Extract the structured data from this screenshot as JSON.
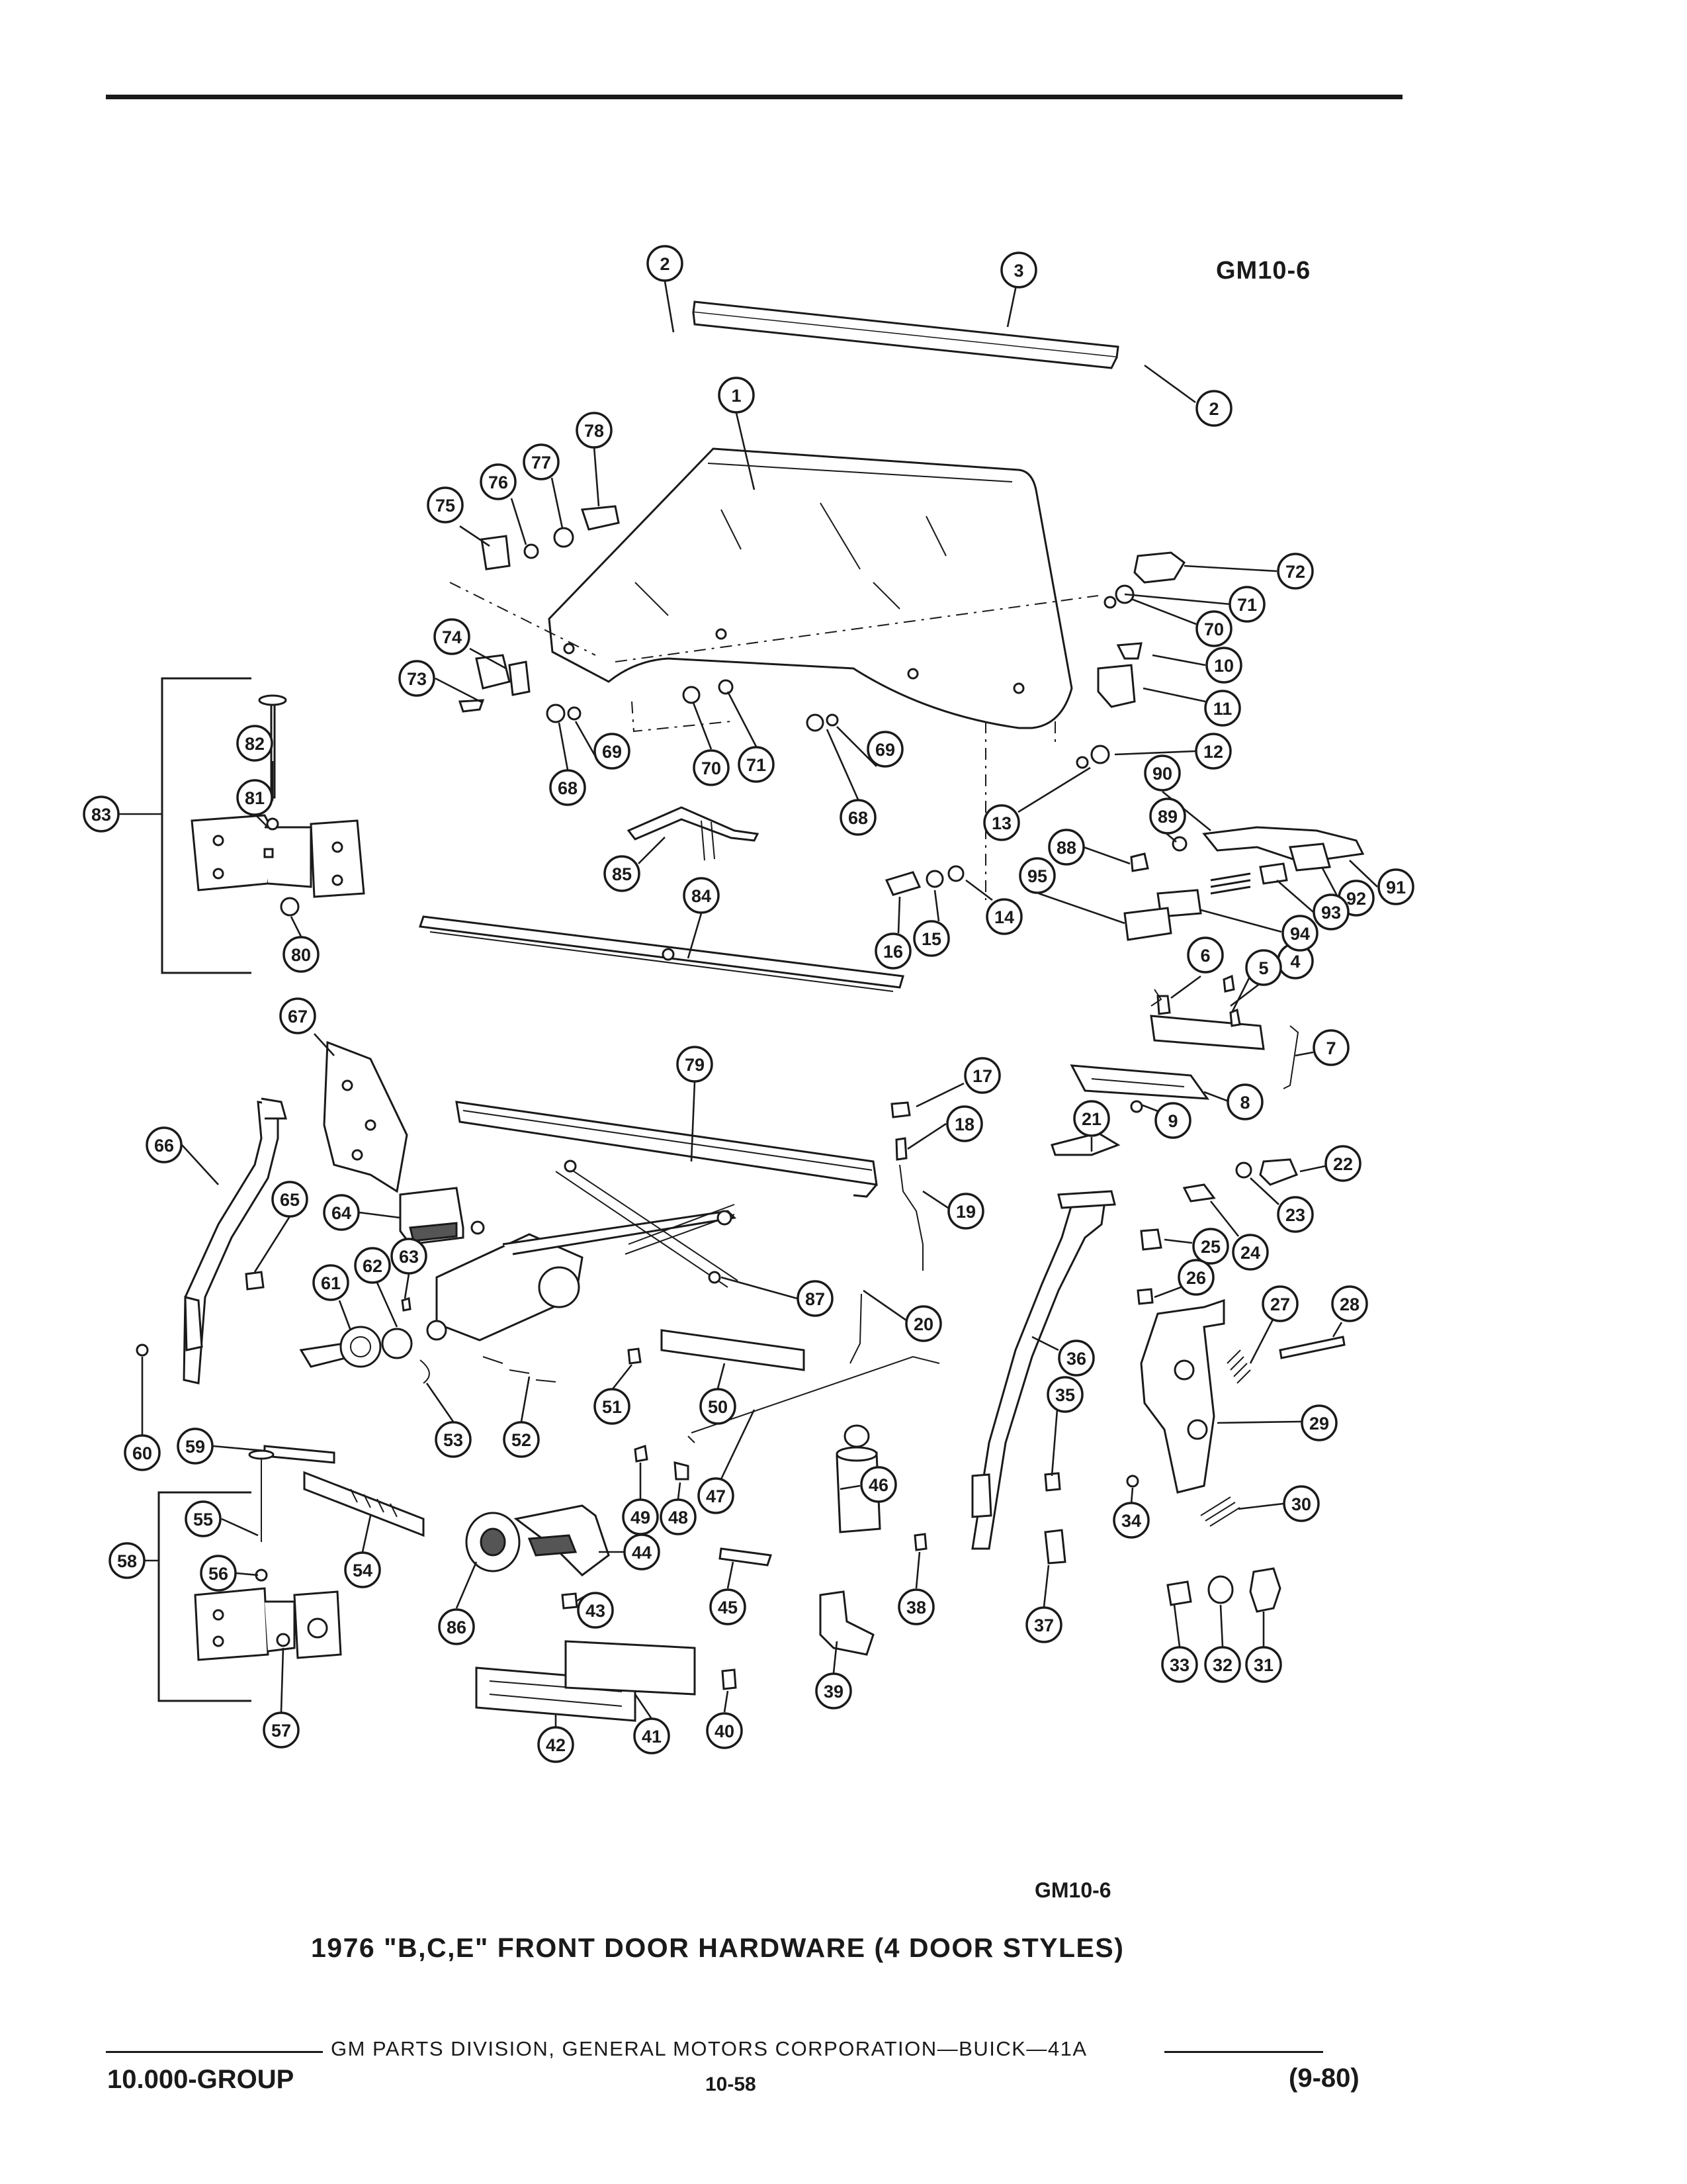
{
  "figure_ref_top": "GM10-6",
  "figure_ref_bottom": "GM10-6",
  "caption": "1976 \"B,C,E\" FRONT DOOR HARDWARE (4 DOOR STYLES)",
  "footer": {
    "credit": "GM PARTS DIVISION, GENERAL MOTORS CORPORATION—BUICK—41A",
    "group": "10.000-GROUP",
    "page": "10-58",
    "date": "(9-80)"
  },
  "callouts": [
    {
      "label": "1"
    },
    {
      "label": "2"
    },
    {
      "label": "2"
    },
    {
      "label": "3"
    },
    {
      "label": "4"
    },
    {
      "label": "5"
    },
    {
      "label": "6"
    },
    {
      "label": "7"
    },
    {
      "label": "8"
    },
    {
      "label": "9"
    },
    {
      "label": "10"
    },
    {
      "label": "11"
    },
    {
      "label": "12"
    },
    {
      "label": "13"
    },
    {
      "label": "14"
    },
    {
      "label": "15"
    },
    {
      "label": "16"
    },
    {
      "label": "17"
    },
    {
      "label": "18"
    },
    {
      "label": "19"
    },
    {
      "label": "20"
    },
    {
      "label": "21"
    },
    {
      "label": "22"
    },
    {
      "label": "23"
    },
    {
      "label": "24"
    },
    {
      "label": "25"
    },
    {
      "label": "26"
    },
    {
      "label": "27"
    },
    {
      "label": "28"
    },
    {
      "label": "29"
    },
    {
      "label": "30"
    },
    {
      "label": "31"
    },
    {
      "label": "32"
    },
    {
      "label": "33"
    },
    {
      "label": "34"
    },
    {
      "label": "35"
    },
    {
      "label": "36"
    },
    {
      "label": "37"
    },
    {
      "label": "38"
    },
    {
      "label": "39"
    },
    {
      "label": "40"
    },
    {
      "label": "41"
    },
    {
      "label": "42"
    },
    {
      "label": "43"
    },
    {
      "label": "44"
    },
    {
      "label": "45"
    },
    {
      "label": "46"
    },
    {
      "label": "47"
    },
    {
      "label": "48"
    },
    {
      "label": "49"
    },
    {
      "label": "50"
    },
    {
      "label": "51"
    },
    {
      "label": "52"
    },
    {
      "label": "53"
    },
    {
      "label": "54"
    },
    {
      "label": "55"
    },
    {
      "label": "56"
    },
    {
      "label": "57"
    },
    {
      "label": "58"
    },
    {
      "label": "59"
    },
    {
      "label": "60"
    },
    {
      "label": "61"
    },
    {
      "label": "62"
    },
    {
      "label": "63"
    },
    {
      "label": "64"
    },
    {
      "label": "65"
    },
    {
      "label": "66"
    },
    {
      "label": "67"
    },
    {
      "label": "68"
    },
    {
      "label": "68"
    },
    {
      "label": "69"
    },
    {
      "label": "69"
    },
    {
      "label": "70"
    },
    {
      "label": "70"
    },
    {
      "label": "71"
    },
    {
      "label": "71"
    },
    {
      "label": "72"
    },
    {
      "label": "73"
    },
    {
      "label": "74"
    },
    {
      "label": "75"
    },
    {
      "label": "76"
    },
    {
      "label": "77"
    },
    {
      "label": "78"
    },
    {
      "label": "79"
    },
    {
      "label": "80"
    },
    {
      "label": "81"
    },
    {
      "label": "82"
    },
    {
      "label": "83"
    },
    {
      "label": "84"
    },
    {
      "label": "85"
    },
    {
      "label": "86"
    },
    {
      "label": "87"
    },
    {
      "label": "88"
    },
    {
      "label": "89"
    },
    {
      "label": "90"
    },
    {
      "label": "91"
    },
    {
      "label": "92"
    },
    {
      "label": "93"
    },
    {
      "label": "94"
    },
    {
      "label": "95"
    }
  ]
}
